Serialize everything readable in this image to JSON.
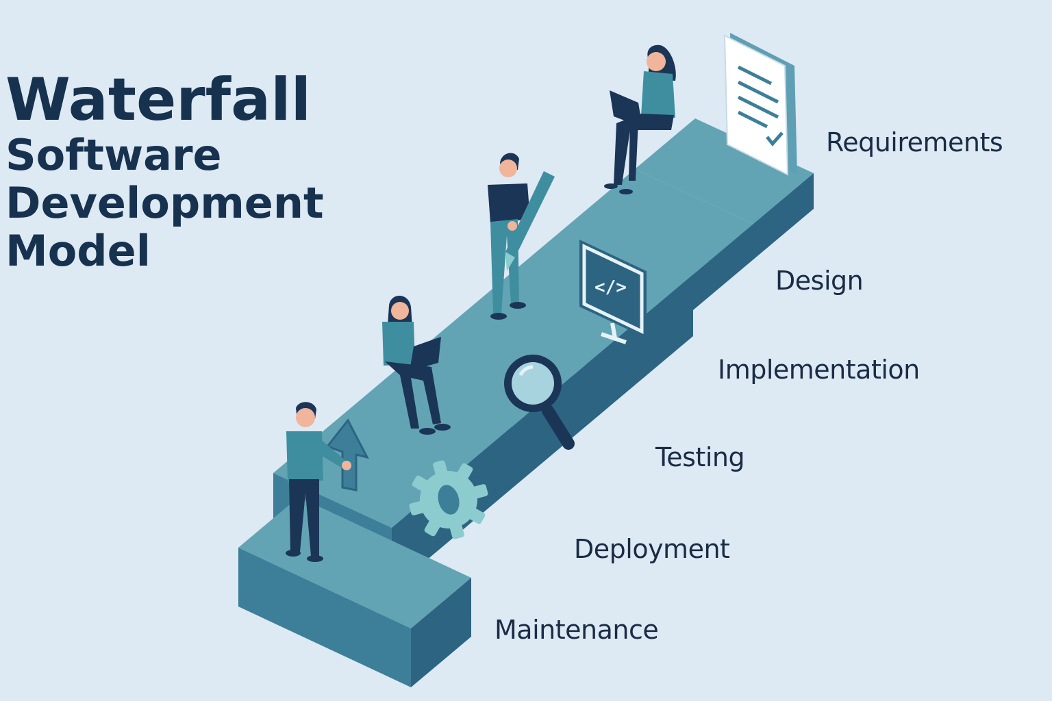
{
  "title": {
    "line1": "Waterfall",
    "line2": "Software",
    "line3": "Development",
    "line4": "Model"
  },
  "stages": [
    {
      "label": "Requirements"
    },
    {
      "label": "Design"
    },
    {
      "label": "Implementation"
    },
    {
      "label": "Testing"
    },
    {
      "label": "Deployment"
    },
    {
      "label": "Maintenance"
    }
  ],
  "colors": {
    "background": "#dde9f3",
    "title": "#17324f",
    "step_top": "#62a4b4",
    "step_riser": "#3d7f98",
    "step_side": "#2c6482",
    "figure_shirt": "#3f8ea0",
    "figure_dark": "#1b3557"
  }
}
